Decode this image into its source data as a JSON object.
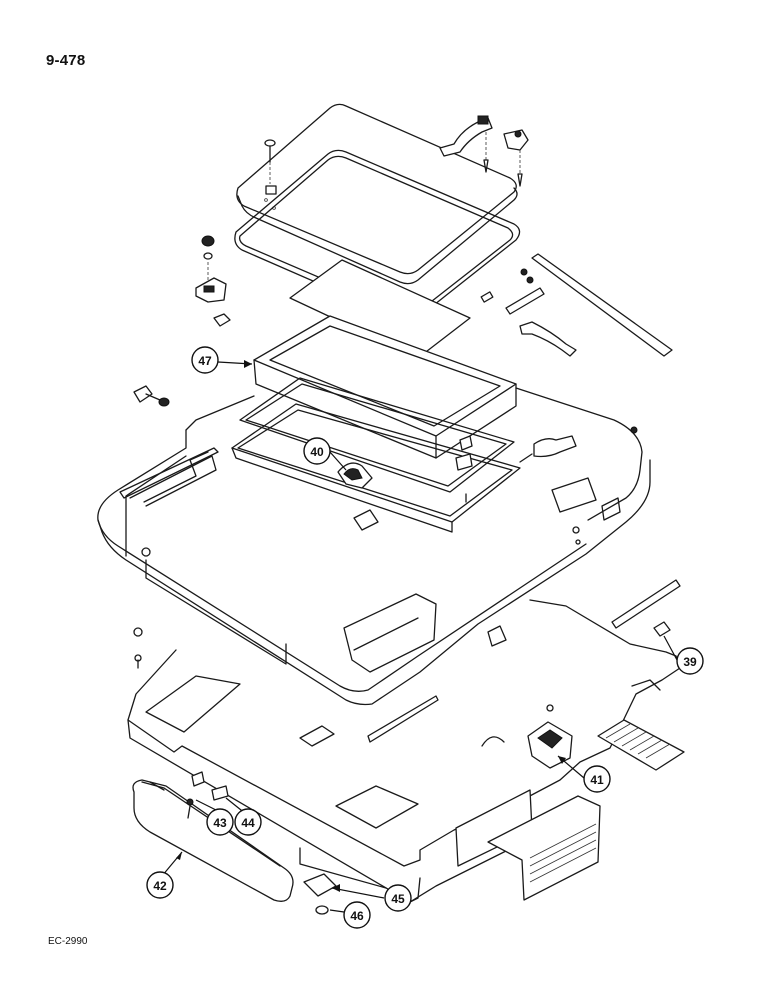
{
  "page": {
    "page_number": "9-478",
    "drawing_code": "EC-2990"
  },
  "callouts": [
    {
      "id": "callout-47",
      "label": "47"
    },
    {
      "id": "callout-40",
      "label": "40"
    },
    {
      "id": "callout-39",
      "label": "39"
    },
    {
      "id": "callout-41",
      "label": "41"
    },
    {
      "id": "callout-42",
      "label": "42"
    },
    {
      "id": "callout-43",
      "label": "43"
    },
    {
      "id": "callout-44",
      "label": "44"
    },
    {
      "id": "callout-45",
      "label": "45"
    },
    {
      "id": "callout-46",
      "label": "46"
    }
  ]
}
